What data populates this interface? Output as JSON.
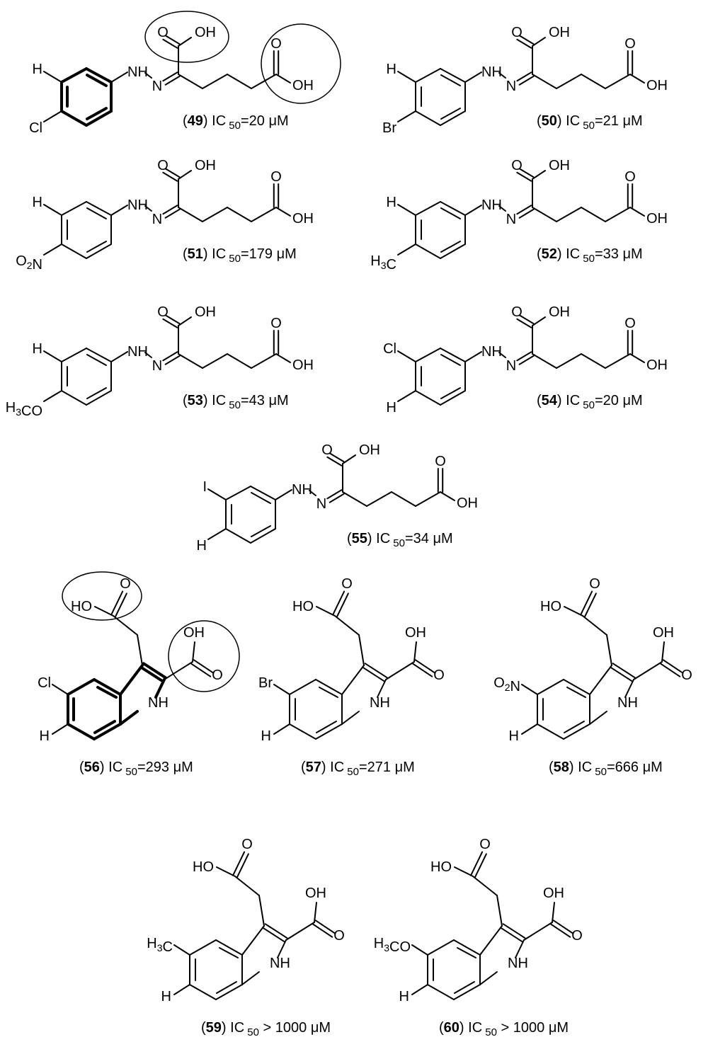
{
  "ic50_label": "IC",
  "ic50_sub": "50",
  "unit": "μM",
  "hydrazones": [
    {
      "id": "49",
      "value": "20",
      "op": "=",
      "x_sub": "Cl",
      "y_sub": "H",
      "circled": true,
      "bold_ring": true
    },
    {
      "id": "50",
      "value": "21",
      "op": "=",
      "x_sub": "Br",
      "y_sub": "H",
      "circled": false,
      "bold_ring": false
    },
    {
      "id": "51",
      "value": "179",
      "op": "=",
      "x_sub": "O2N",
      "y_sub": "H",
      "circled": false,
      "bold_ring": false
    },
    {
      "id": "52",
      "value": "33",
      "op": "=",
      "x_sub": "H3C",
      "y_sub": "H",
      "circled": false,
      "bold_ring": false
    },
    {
      "id": "53",
      "value": "43",
      "op": "=",
      "x_sub": "H3CO",
      "y_sub": "H",
      "circled": false,
      "bold_ring": false
    },
    {
      "id": "54",
      "value": "20",
      "op": "=",
      "x_sub": "H",
      "y_sub": "Cl",
      "circled": false,
      "bold_ring": false
    },
    {
      "id": "55",
      "value": "34",
      "op": "=",
      "x_sub": "H",
      "y_sub": "I",
      "circled": false,
      "bold_ring": false
    }
  ],
  "indoles": [
    {
      "id": "56",
      "value": "293",
      "op": "=",
      "sub": "Cl",
      "circled": true,
      "bold_ring": true
    },
    {
      "id": "57",
      "value": "271",
      "op": "=",
      "sub": "Br",
      "circled": false,
      "bold_ring": false
    },
    {
      "id": "58",
      "value": "666",
      "op": "=",
      "sub": "O2N",
      "circled": false,
      "bold_ring": false
    },
    {
      "id": "59",
      "value": "1000",
      "op": ">",
      "sub": "H3C",
      "circled": false,
      "bold_ring": false
    },
    {
      "id": "60",
      "value": "1000",
      "op": ">",
      "sub": "H3CO",
      "circled": false,
      "bold_ring": false
    }
  ],
  "atoms": {
    "oh": "OH",
    "ho": "HO",
    "o": "O",
    "nh": "NH",
    "n": "N",
    "h": "H"
  }
}
